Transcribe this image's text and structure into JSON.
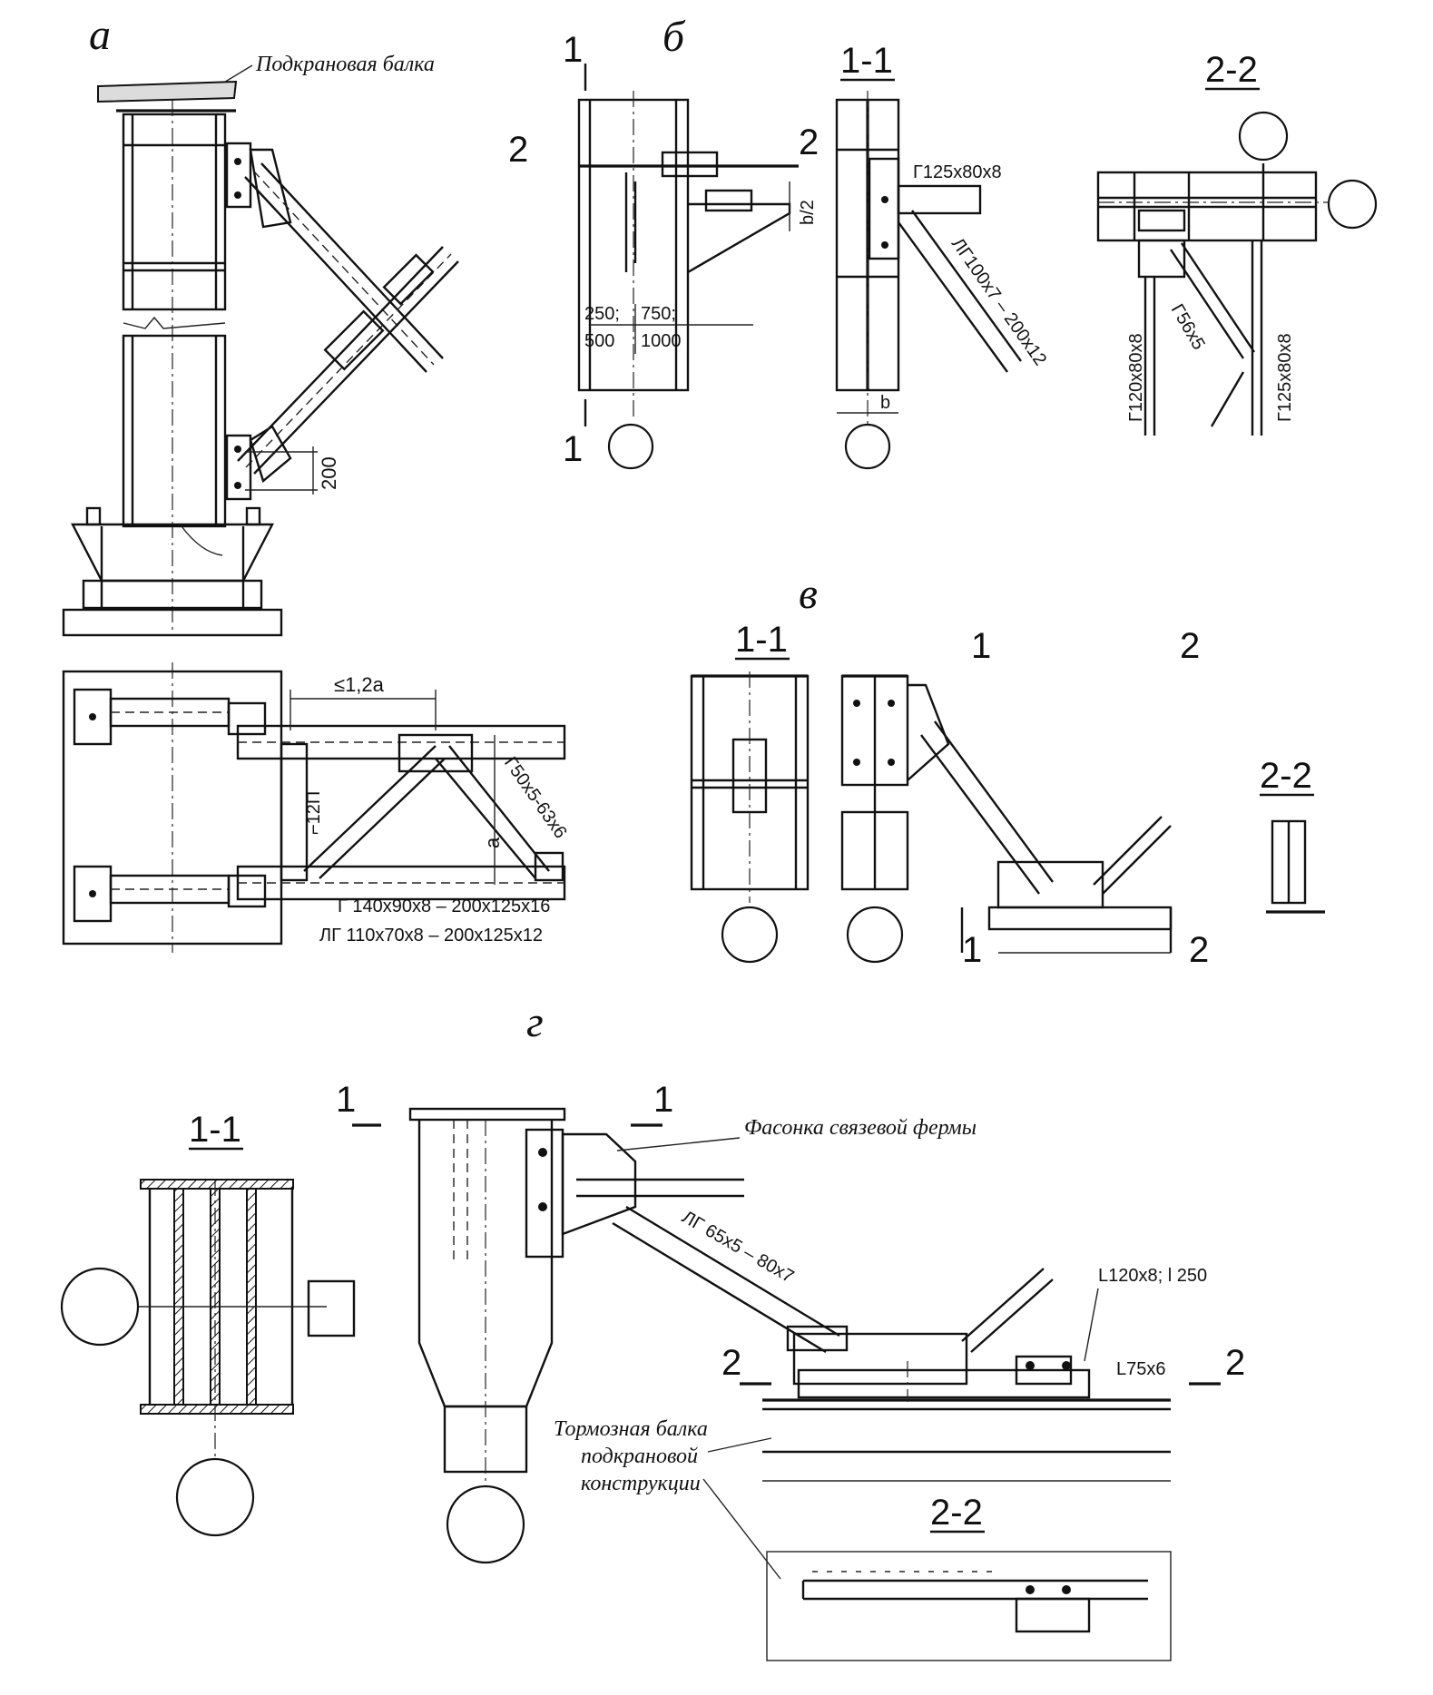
{
  "panels": {
    "a": {
      "label": "а",
      "crane_beam_caption": "Подкрановая балка",
      "dim_200": "200",
      "dim_le": "≤1,2a",
      "dim_a": "a",
      "channel": "⌐12П",
      "angle_brace": "Г50x5-63x6",
      "angle_1": "Г 140x90x8 – 200x125x16",
      "angle_2": "ЛГ 110x70x8 – 200x125x12"
    },
    "b": {
      "label": "б",
      "cut_1": "1",
      "cut_2": "2",
      "dim_b2": "b/2",
      "dim_250": "250;",
      "dim_750": "750;",
      "dim_500": "500",
      "dim_1000": "1000",
      "sec11_title": "1-1",
      "sec11_angle_top": "Г125x80x8",
      "sec11_angle_diag": "ЛГ100x7 – 200x12",
      "sec11_dim_b": "b",
      "sec22_title": "2-2",
      "sec22_left": "Г120x80x8",
      "sec22_diag": "Г56x5",
      "sec22_right": "Г125x80x8"
    },
    "v": {
      "label": "в",
      "sec11_title": "1-1",
      "sec22_title": "2-2",
      "cut_1": "1",
      "cut_2": "2"
    },
    "g": {
      "label": "г",
      "sec11_title": "1-1",
      "sec22_title": "2-2",
      "cut_1": "1",
      "cut_2": "2",
      "gusset_caption": "Фасонка связевой фермы",
      "angle_diag": "ЛГ 65x5 – 80x7",
      "angle_120": "L120x8; l 250",
      "angle_75": "L75x6",
      "brake_beam_1": "Тормозная балка",
      "brake_beam_2": "подкрановой",
      "brake_beam_3": "конструкции"
    }
  }
}
